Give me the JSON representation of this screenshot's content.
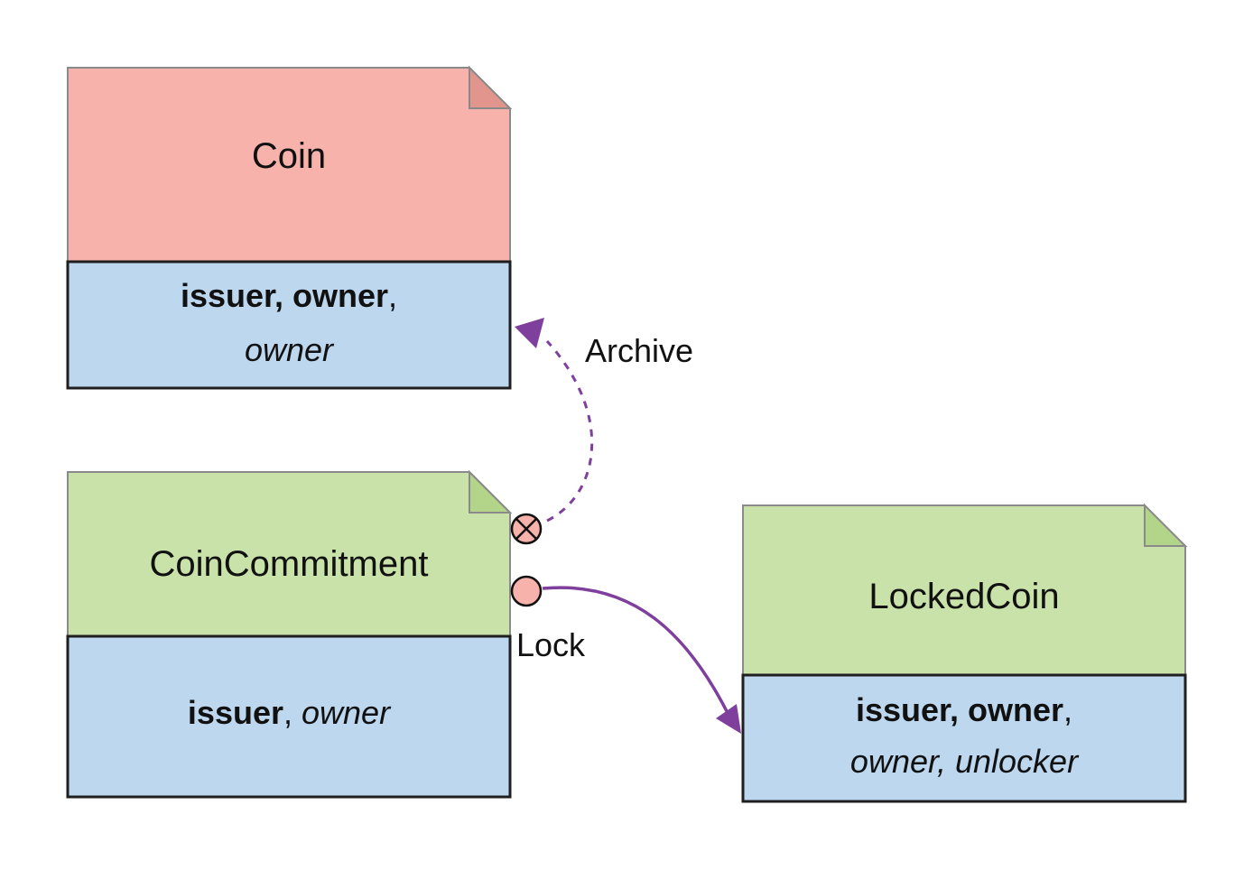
{
  "colors": {
    "pink": "#f6b2ab",
    "pink-fold": "#e2958d",
    "green": "#c8e2a9",
    "green-fold": "#b2d589",
    "blue": "#bdd7ee",
    "purple": "#7e3f9d",
    "stroke": "#1f1f1f",
    "header-stroke": "#8a8a8a"
  },
  "nodes": {
    "coin": {
      "title": "Coin",
      "line1_bold": "issuer, owner",
      "line1_plain": ",",
      "line2_italic": "owner"
    },
    "coin_commitment": {
      "title": "CoinCommitment",
      "line1_bold": "issuer",
      "line1_plain": ", ",
      "line1_italic": "owner"
    },
    "locked_coin": {
      "title": "LockedCoin",
      "line1_bold": "issuer, owner",
      "line1_plain": ",",
      "line2_italic": "owner, unlocker"
    }
  },
  "edges": {
    "archive": {
      "label": "Archive"
    },
    "lock": {
      "label": "Lock"
    }
  }
}
